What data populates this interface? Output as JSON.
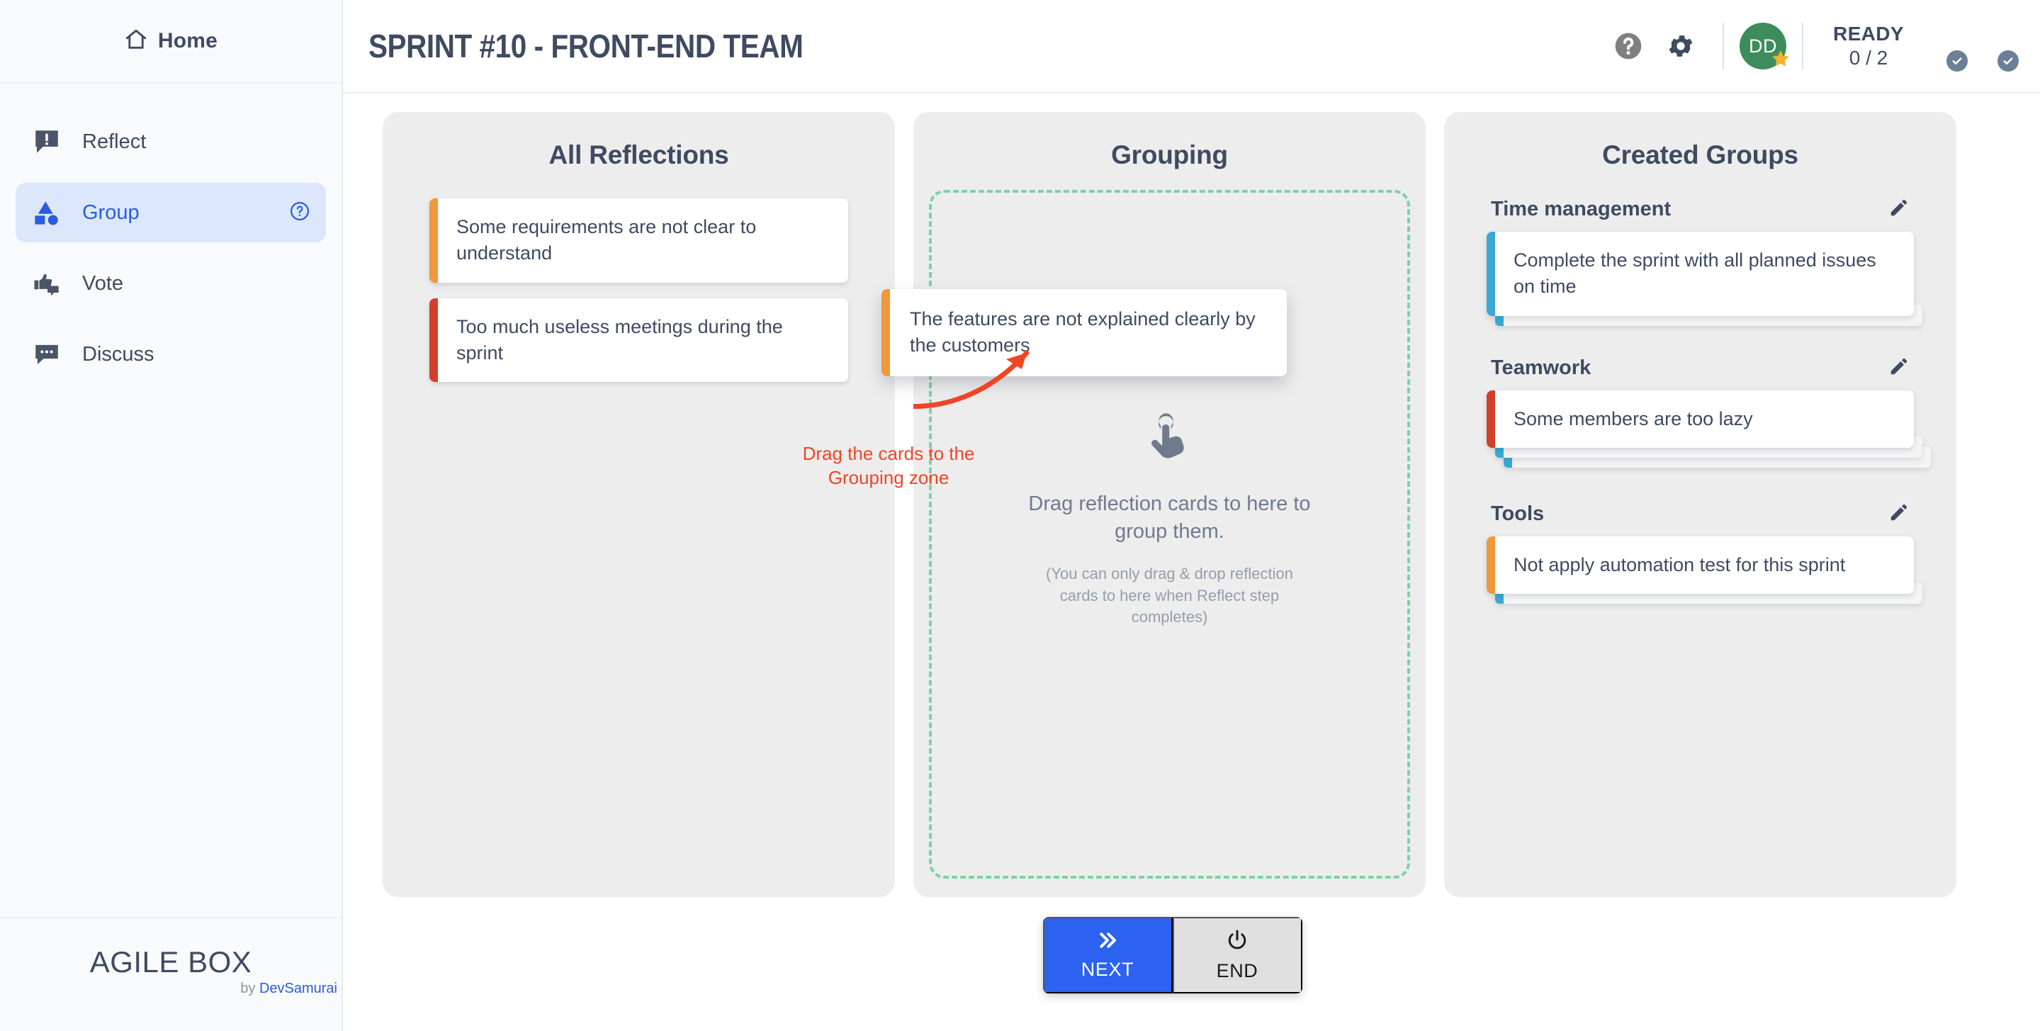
{
  "sidebar": {
    "home": {
      "label": "Home",
      "icon": "home-icon"
    },
    "items": [
      {
        "label": "Reflect",
        "icon": "reflect-icon",
        "active": false
      },
      {
        "label": "Group",
        "icon": "group-shapes-icon",
        "active": true,
        "help_icon": "help-circle-icon"
      },
      {
        "label": "Vote",
        "icon": "vote-thumbs-icon",
        "active": false
      },
      {
        "label": "Discuss",
        "icon": "discuss-icon",
        "active": false
      }
    ],
    "brand": {
      "name": "AGILE BOX",
      "by": "by ",
      "company": "DevSamurai"
    }
  },
  "header": {
    "title": "SPRINT #10 - FRONT-END TEAM",
    "help_icon": "help-icon",
    "settings_icon": "gear-icon",
    "current_user": {
      "initials": "DD",
      "badge_icon": "star-icon",
      "color": "#3c8c5c"
    },
    "ready_label": "READY",
    "ready_count": "0 / 2",
    "participants": [
      {
        "name": "participant-1",
        "status_icon": "check-icon"
      },
      {
        "name": "participant-2",
        "status_icon": "check-icon"
      }
    ]
  },
  "board": {
    "reflections": {
      "title": "All Reflections",
      "cards": [
        {
          "text": "Some requirements are not clear to understand",
          "accent": "#f0983c"
        },
        {
          "text": "Too much useless meetings during the sprint",
          "accent": "#d2402a"
        }
      ]
    },
    "grouping": {
      "title": "Grouping",
      "dropzone_icon": "tap-hand-icon",
      "dropzone_main": "Drag reflection cards to here to group them.",
      "dropzone_sub": "(You can only drag & drop reflection cards to here when Reflect step completes)",
      "dragging_card": {
        "text": "The features are not explained clearly by the customers",
        "accent": "#f0983c"
      },
      "dropzone_border_color": "#7bd4a4"
    },
    "annotation": {
      "text": "Drag the cards to the Grouping zone",
      "color": "#ef4526"
    },
    "created_groups": {
      "title": "Created Groups",
      "edit_icon": "pencil-icon",
      "groups": [
        {
          "name": "Time management",
          "card": {
            "text": "Complete the sprint with all planned issues on time",
            "accent": "#3aa9d4"
          },
          "extra_cards": 1
        },
        {
          "name": "Teamwork",
          "card": {
            "text": "Some members are too lazy",
            "accent": "#d2402a"
          },
          "extra_cards": 2
        },
        {
          "name": "Tools",
          "card": {
            "text": "Not apply automation test for this sprint",
            "accent": "#f0983c"
          },
          "extra_cards": 1
        }
      ]
    }
  },
  "footer": {
    "next": {
      "label": "NEXT",
      "icon": "double-chevron-right-icon",
      "color": "#2b62f0"
    },
    "end": {
      "label": "END",
      "icon": "power-icon",
      "color": "#e0e0e0"
    }
  }
}
